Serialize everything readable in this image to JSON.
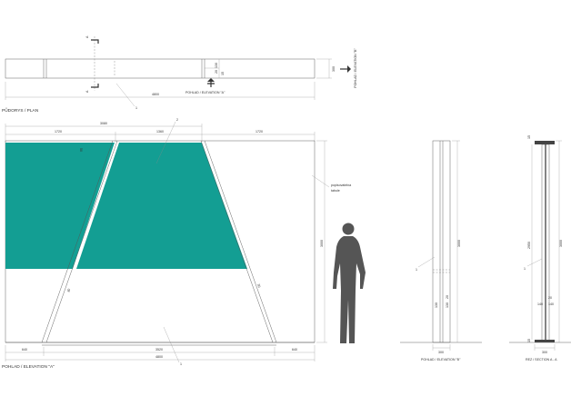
{
  "plan": {
    "title": "PŮDORYS / PLAN",
    "dim_total": "4800",
    "dim_depth": "300",
    "dim_inner_a": "130",
    "dim_inner_b": "20",
    "dim_inner_c": "15",
    "section_mark": "A",
    "callout": "1",
    "elevation_a_label": "POHLAD / ELEVATION \"A\"",
    "elevation_b_label": "POHLAD / ELEVATION \"B\""
  },
  "elevation_a": {
    "title": "POHLAD / ELEVATION \"A\"",
    "dim_top_total": "3080",
    "dim_top_left": "1720",
    "dim_top_mid": "1360",
    "dim_top_right": "1720",
    "dim_panel_gap": "50",
    "dim_leg_left": "30",
    "dim_leg_right": "30",
    "dim_bottom_left": "640",
    "dim_bottom_mid": "3520",
    "dim_bottom_right": "640",
    "dim_bottom_total": "4800",
    "dim_height": "3000",
    "callout_panel": "2",
    "callout_frame": "1",
    "callout_bottom": "1",
    "note_line1": "popisovatelna",
    "note_line2": "tabule",
    "panel_color": "#139e93"
  },
  "elevation_b": {
    "title": "POHLAD / ELEVATION \"B\"",
    "dim_height": "3000",
    "dim_width": "300",
    "dim_left_a": "130",
    "dim_left_b": "130",
    "dim_gap": "20",
    "callout": "1"
  },
  "section_a": {
    "title": "REZ / SECTION A - A",
    "dim_height": "3000",
    "dim_inner_height": "2950",
    "dim_top": "15",
    "dim_bottom": "15",
    "dim_width": "300",
    "dim_left": "140",
    "dim_right": "140",
    "dim_gap": "20",
    "callout": "1"
  }
}
